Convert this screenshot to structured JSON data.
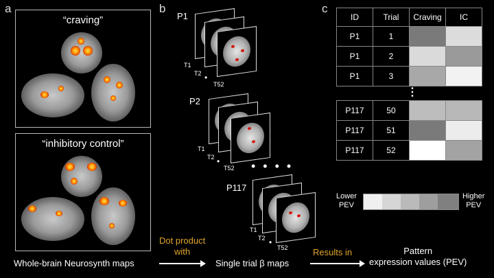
{
  "panels": {
    "a": "a",
    "b": "b",
    "c": "c"
  },
  "maps": {
    "craving_title": "“craving”",
    "inhibitory_title": "“inhibitory control”"
  },
  "participants": {
    "p1": {
      "label": "P1",
      "t1": "T1",
      "t2": "T2",
      "t52": "T52"
    },
    "p2": {
      "label": "P2",
      "t1": "T1",
      "t2": "T2",
      "t52": "T52"
    },
    "p117": {
      "label": "P117",
      "t1": "T1",
      "t2": "T2",
      "t52": "T52"
    },
    "ellipsis_small": "•",
    "ellipsis_big": "• • • •"
  },
  "table": {
    "headers": [
      "ID",
      "Trial",
      "Craving",
      "IC"
    ],
    "top_rows": [
      {
        "id": "P1",
        "trial": "1",
        "craving": "#7a7a7a",
        "ic": "#dcdcdc"
      },
      {
        "id": "P1",
        "trial": "2",
        "craving": "#dadada",
        "ic": "#9a9a9a"
      },
      {
        "id": "P1",
        "trial": "3",
        "craving": "#a8a8a8",
        "ic": "#f2f2f2"
      }
    ],
    "ellipsis": "⋮",
    "bottom_rows": [
      {
        "id": "P117",
        "trial": "50",
        "craving": "#bdbdbd",
        "ic": "#b8b8b8"
      },
      {
        "id": "P117",
        "trial": "51",
        "craving": "#7a7a7a",
        "ic": "#ececec"
      },
      {
        "id": "P117",
        "trial": "52",
        "craving": "#ffffff",
        "ic": "#a3a3a3"
      }
    ]
  },
  "legend": {
    "lower": "Lower\nPEV",
    "higher": "Higher\nPEV",
    "colors": [
      "#f0f0f0",
      "#d6d6d6",
      "#bababa",
      "#9e9e9e",
      "#808080"
    ]
  },
  "bottom": {
    "maps_caption": "Whole-brain Neurosynth maps",
    "dot_product": "Dot product\nwith",
    "single_trial": "Single trial β maps",
    "results_in": "Results in",
    "pev": "Pattern\nexpression values (PEV)"
  }
}
